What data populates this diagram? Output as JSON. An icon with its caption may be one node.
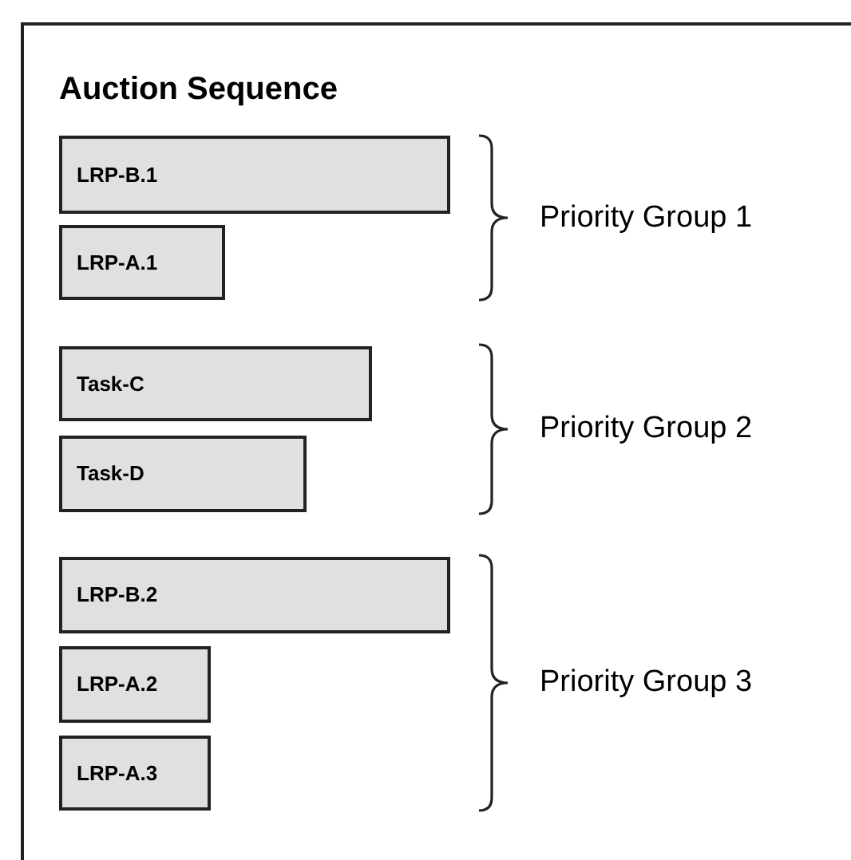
{
  "diagram": {
    "title": "Auction Sequence",
    "nodes": [
      {
        "text": [
          "LRP-B.1"
        ]
      },
      {
        "text": [
          "LRP-A.1"
        ]
      },
      {
        "text": [
          "Task-C"
        ]
      },
      {
        "text": [
          "Task-D"
        ]
      },
      {
        "text": [
          "LRP-B.2"
        ]
      },
      {
        "text": [
          "LRP-A.2"
        ]
      },
      {
        "text": [
          "LRP-A.3"
        ]
      }
    ],
    "labels": [
      "Priority Group 1",
      "Priority Group 2",
      "Priority Group 3"
    ]
  }
}
